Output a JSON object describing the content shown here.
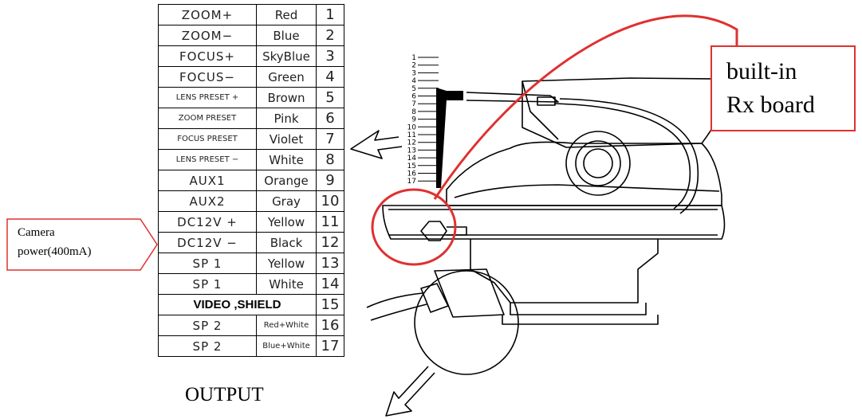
{
  "pin_table": [
    {
      "function": "ZOOM+",
      "color": "Red",
      "pin": "1"
    },
    {
      "function": "ZOOM−",
      "color": "Blue",
      "pin": "2"
    },
    {
      "function": "FOCUS+",
      "color": "SkyBlue",
      "pin": "3"
    },
    {
      "function": "FOCUS−",
      "color": "Green",
      "pin": "4"
    },
    {
      "function": "LENS PRESET +",
      "color": "Brown",
      "pin": "5"
    },
    {
      "function": "ZOOM PRESET",
      "color": "Pink",
      "pin": "6"
    },
    {
      "function": "FOCUS PRESET",
      "color": "Violet",
      "pin": "7"
    },
    {
      "function": "LENS PRESET −",
      "color": "White",
      "pin": "8"
    },
    {
      "function": "AUX1",
      "color": "Orange",
      "pin": "9"
    },
    {
      "function": "AUX2",
      "color": "Gray",
      "pin": "10"
    },
    {
      "function": "DC12V +",
      "color": "Yellow",
      "pin": "11"
    },
    {
      "function": "DC12V −",
      "color": "Black",
      "pin": "12"
    },
    {
      "function": "SP 1",
      "color": "Yellow",
      "pin": "13"
    },
    {
      "function": "SP 1",
      "color": "White",
      "pin": "14"
    },
    {
      "function": "VIDEO ,SHIELD",
      "color": "",
      "pin": "15"
    },
    {
      "function": "SP 2",
      "color": "Red+White",
      "pin": "16"
    },
    {
      "function": "SP 2",
      "color": "Blue+White",
      "pin": "17"
    }
  ],
  "table_caption": "OUTPUT",
  "camera_note": {
    "line1": "Camera",
    "line2": "power(400mA)"
  },
  "rx_callout": {
    "line1": "built-in",
    "line2": "Rx board"
  },
  "connector_pin_numbers": [
    "1",
    "2",
    "3",
    "4",
    "5",
    "6",
    "7",
    "8",
    "9",
    "10",
    "11",
    "12",
    "13",
    "14",
    "15",
    "16",
    "17"
  ],
  "colors": {
    "callout_border": "#e03030",
    "line": "#000000"
  }
}
